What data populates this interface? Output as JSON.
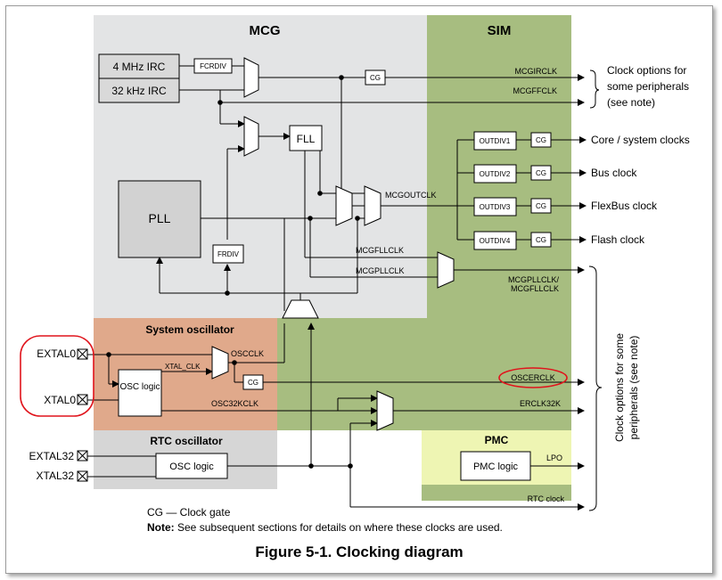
{
  "regions": {
    "mcg": "MCG",
    "sim": "SIM",
    "system_oscillator": "System oscillator",
    "rtc_oscillator": "RTC oscillator",
    "pmc": "PMC"
  },
  "sources": {
    "irc_4mhz": "4 MHz IRC",
    "irc_32khz": "32 kHz IRC",
    "pll": "PLL",
    "fll": "FLL",
    "osc_logic": "OSC logic",
    "osc_logic_rtc": "OSC logic",
    "pmc_logic": "PMC logic"
  },
  "dividers": {
    "fcrdiv": "FCRDIV",
    "frdiv": "FRDIV",
    "outdiv1": "OUTDIV1",
    "outdiv2": "OUTDIV2",
    "outdiv3": "OUTDIV3",
    "outdiv4": "OUTDIV4",
    "cg": "CG"
  },
  "pins": {
    "extal0": "EXTAL0",
    "xtal0": "XTAL0",
    "extal32": "EXTAL32",
    "xtal32": "XTAL32"
  },
  "signals": {
    "mcgirclk": "MCGIRCLK",
    "mcgffclk": "MCGFFCLK",
    "mcgoutclk": "MCGOUTCLK",
    "mcgfllclk": "MCGFLLCLK",
    "mcgpllclk": "MCGPLLCLK",
    "mcgpllclk_mcgfllclk_1": "MCGPLLCLK/",
    "mcgpllclk_mcgfllclk_2": "MCGFLLCLK",
    "oscclk": "OSCCLK",
    "xtal_clk": "XTAL_CLK",
    "osc32kclk": "OSC32KCLK",
    "oscerclk": "OSCERCLK",
    "erclk32k": "ERCLK32K",
    "lpo": "LPO",
    "rtc_clock": "RTC clock"
  },
  "outputs": {
    "core_system": "Core / system clocks",
    "bus": "Bus clock",
    "flexbus": "FlexBus clock",
    "flash": "Flash clock",
    "clock_options_top_1": "Clock options for",
    "clock_options_top_2": "some peripherals",
    "clock_options_top_3": "(see note)",
    "clock_options_side_1": "Clock options for some",
    "clock_options_side_2": "peripherals (see note)"
  },
  "legend": {
    "cg_prefix": "CG — Clock gate",
    "note_label": "Note:",
    "note_text": " See subsequent sections for details on where these clocks are used."
  },
  "caption": "Figure 5-1. Clocking diagram",
  "colors": {
    "mcg_fill": "#e3e4e5",
    "sim_fill": "#a7bd80",
    "sysosc_fill": "#e0a98b",
    "rtc_fill": "#d6d6d6",
    "pmc_fill": "#eef5b3",
    "irc_fill": "#d9d9d9",
    "pll_fill": "#d2d2d2",
    "highlight": "#e0141c"
  }
}
